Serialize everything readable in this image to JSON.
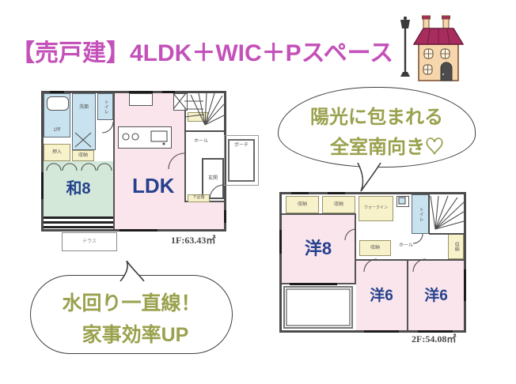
{
  "title": "【売戸建】4LDK＋WIC＋Pスペース",
  "bubbles": {
    "sunlight": {
      "line1": "陽光に包まれる",
      "line2": "全室南向き♡"
    },
    "housework": {
      "line1": "水回り一直線！",
      "line2": "家事効率UP"
    }
  },
  "floor1": {
    "area_label": "1F:63.43㎡",
    "rooms": {
      "washitsu": "和8",
      "ldk": "LDK",
      "bath": "1坪",
      "washroom": "洗面",
      "toilet": "トイレ",
      "oshiire": "押入",
      "storage": "収納",
      "hall": "ホール",
      "entrance": "玄関",
      "shoebox": "下足箱",
      "porch": "ポーチ",
      "terrace": "テラス"
    }
  },
  "floor2": {
    "area_label": "2F:54.08㎡",
    "rooms": {
      "western8": "洋8",
      "western6a": "洋6",
      "western6b": "洋6",
      "closet1": "収納",
      "closet2": "収納",
      "walkin": "ウォークイン",
      "toilet": "トイレ",
      "hall": "ホール",
      "closet_mid": "収納",
      "closet_right": "収納"
    }
  },
  "colors": {
    "title_pink": "#c351b9",
    "room_label_navy": "#24418e",
    "bubble_text_olive": "#9aa14d",
    "room_pink": "#fbe5ec",
    "tatami_green": "#d3e8d9",
    "wet_area_blue": "#c8e2f0",
    "closet_yellow": "#f8f2cb",
    "wall_gray": "#4c4c4c"
  },
  "icons": {
    "house": "house-illustration",
    "lamp": "street-lamp"
  }
}
